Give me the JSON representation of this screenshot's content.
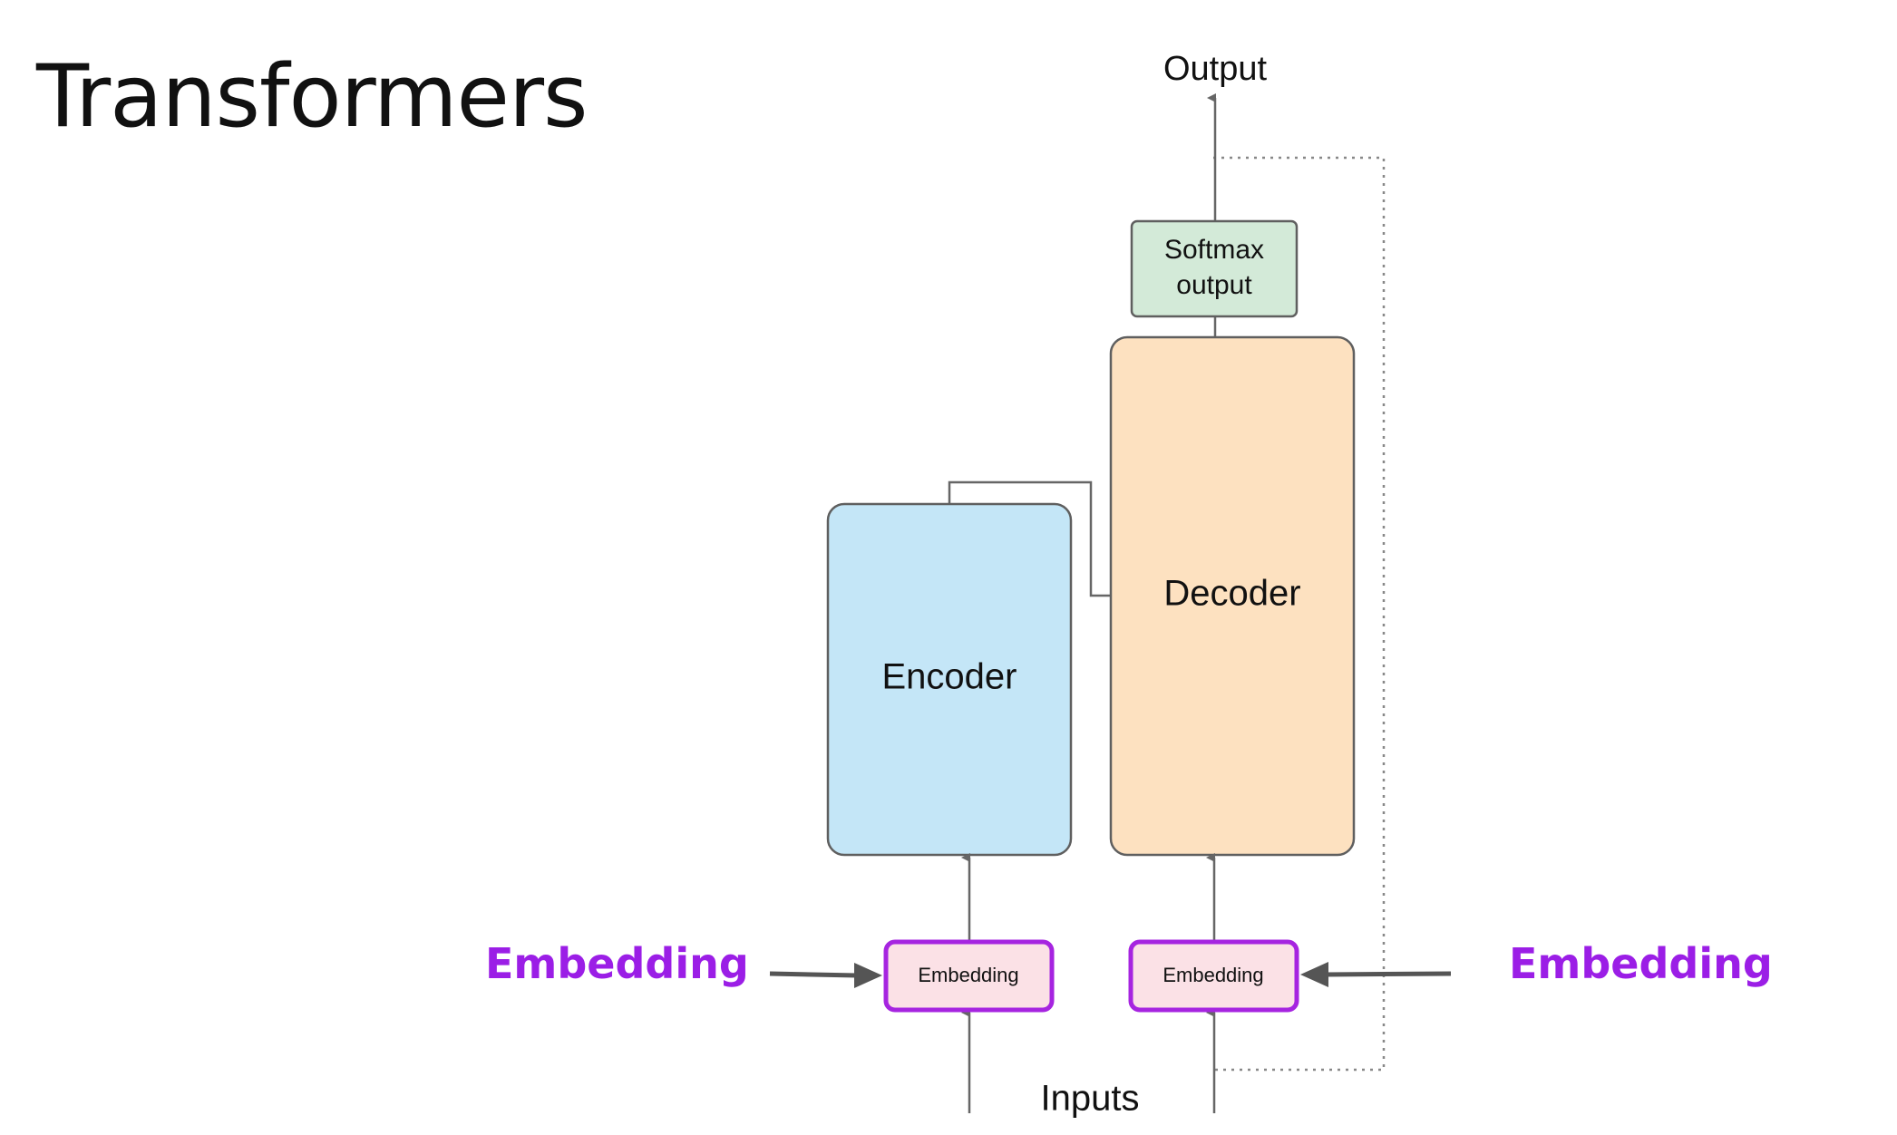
{
  "slide": {
    "title": "Transformers"
  },
  "diagram": {
    "output_label": "Output",
    "inputs_label": "Inputs",
    "softmax_label_line1": "Softmax",
    "softmax_label_line2": "output",
    "encoder_label": "Encoder",
    "decoder_label": "Decoder",
    "encoder_embedding_label": "Embedding",
    "decoder_embedding_label": "Embedding",
    "left_callout": "Embedding",
    "right_callout": "Embedding"
  },
  "colors": {
    "encoder_fill": "#c4e6f7",
    "decoder_fill": "#fde1c0",
    "softmax_fill": "#d3ead8",
    "embedding_fill": "#fbe1e6",
    "embedding_border": "#a624e0",
    "callout_text": "#9b1ee6",
    "line": "#666666"
  }
}
